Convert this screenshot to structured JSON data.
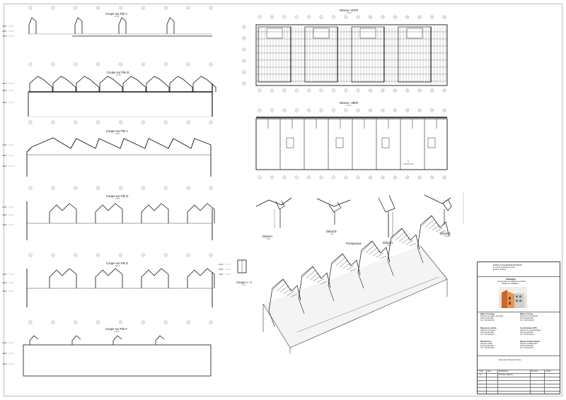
{
  "views": {
    "section_a": {
      "title": "Coupe sur File A",
      "scale": "1/100"
    },
    "section_b": {
      "title": "Coupe sur File B",
      "scale": "1/100"
    },
    "section_c": {
      "title": "Coupe sur File C",
      "scale": "1/100"
    },
    "section_d": {
      "title": "Coupe sur File D",
      "scale": "1/100"
    },
    "section_e": {
      "title": "Coupe sur File E",
      "scale": "1/100"
    },
    "section_f": {
      "title": "Coupe sur File F",
      "scale": "1/100"
    },
    "section_aa": {
      "title": "Coupe A - A",
      "scale": "1/20"
    },
    "plan_roof": {
      "title": "Niveau +6700",
      "scale": "1/100"
    },
    "plan_ground": {
      "title": "Niveau +4800",
      "scale": "1/100"
    },
    "detail_a": {
      "title": "Détail A",
      "scale": "1/20"
    },
    "detail_b": {
      "title": "Détail B",
      "scale": "1/20"
    },
    "detail_c": {
      "title": "Détail C",
      "scale": "1/20"
    },
    "detail_d": {
      "title": "Détail D",
      "scale": "1/20"
    },
    "perspective": {
      "title": "Perspective"
    }
  },
  "grid_labels": [
    "1",
    "2",
    "3",
    "4",
    "5",
    "6",
    "7",
    "8",
    "9",
    "10",
    "11",
    "12",
    "13",
    "14",
    "15",
    "16",
    "17"
  ],
  "level_labels": [
    "+6700",
    "+4800",
    "+3000",
    "0.00"
  ],
  "title_block": {
    "office_lines": [
      "BUREAU D'INGÉNIERIE BÂTIMENT",
      "12 rue de la Structure, Paris",
      "Etudes structure"
    ],
    "project_title": "ENSEMBLE",
    "project_lines": [
      "Construction d'un Bâtiment à Sheds",
      "Charpente métallique"
    ],
    "blocks": [
      {
        "title": "Maître d'ouvrage",
        "lines": [
          "Adresse du maître d'ouvrage",
          "Code postal Ville",
          "Tél. : 00 00 00 00"
        ]
      },
      {
        "title": "Maître d'oeuvre",
        "lines": [
          "Adresse de l'architecte",
          "Code postal Ville",
          "Tél. : 00 00 00 00"
        ]
      },
      {
        "title": "Bureau de contrôle",
        "lines": [
          "Adresse du bureau",
          "Code postal Ville",
          "Tél. : 00 00 00 00"
        ]
      },
      {
        "title": "Coordonnateur SPS",
        "lines": [
          "Adresse du coordonnateur",
          "Code postal Ville",
          "Tél. : 00 00 00 00"
        ]
      },
      {
        "title": "BE Structure",
        "lines": [
          "Adresse du BE",
          "Code postal Ville",
          "Tél. : 00 00 00 00"
        ]
      },
      {
        "title": "Bureau d'études fluides",
        "lines": [
          "Adresse du BE fluides",
          "Code postal Ville",
          "Tél. : 00 00 00 00"
        ]
      }
    ],
    "drawing_title": "Ensemble Charpente Toiture",
    "revision_headers": [
      "Indice",
      "Date",
      "Modification",
      "Dessiné",
      "Vérifié"
    ],
    "revision_row": [
      "A",
      "",
      "Première diffusion",
      "",
      ""
    ]
  }
}
